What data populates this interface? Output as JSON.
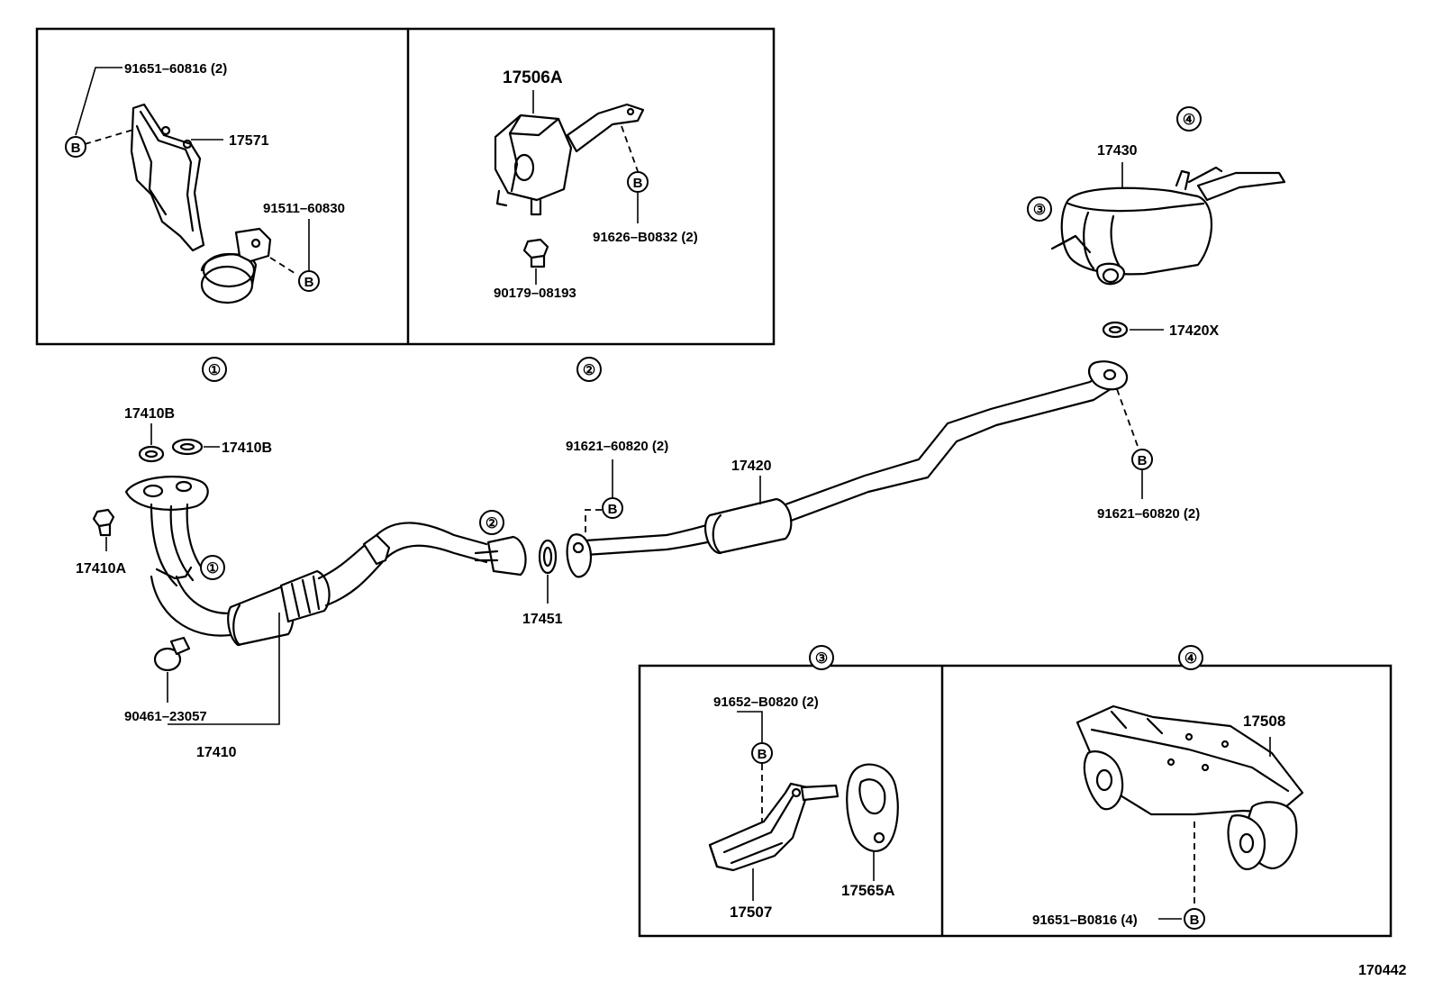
{
  "diagram_id": "170442",
  "group_markers": [
    "①",
    "②",
    "③",
    "④"
  ],
  "bolt_marker": "B",
  "panels": {
    "panel_1": {
      "marker": "①",
      "labels": {
        "bolt": "91651–60816 (2)",
        "bracket": "17571",
        "clamp": "91511–60830"
      }
    },
    "panel_2": {
      "marker": "②",
      "labels": {
        "hanger": "17506A",
        "bolt": "91626–B0832 (2)",
        "nut": "90179–08193"
      }
    },
    "panel_3": {
      "marker": "③",
      "labels": {
        "bolt": "91652–B0820 (2)",
        "bracket": "17507",
        "hanger": "17565A"
      }
    },
    "panel_4": {
      "marker": "④",
      "labels": {
        "bracket": "17508",
        "bolt": "91651–B0816 (4)"
      }
    }
  },
  "main": {
    "muffler_marker_3": "③",
    "muffler_marker_4": "④",
    "labels": {
      "tail_muffler": "17430",
      "gasket_tail": "17420X",
      "center_pipe": "17420",
      "bolt_center": "91621–60820 (2)",
      "bolt_front": "91621–60820 (2)",
      "gasket_b_top": "17410B",
      "gasket_b_side": "17410B",
      "nut": "17410A",
      "gasket_joint": "17451",
      "clamp": "90461–23057",
      "front_pipe": "17410",
      "pipe_marker_1": "①",
      "pipe_marker_2": "②"
    }
  }
}
